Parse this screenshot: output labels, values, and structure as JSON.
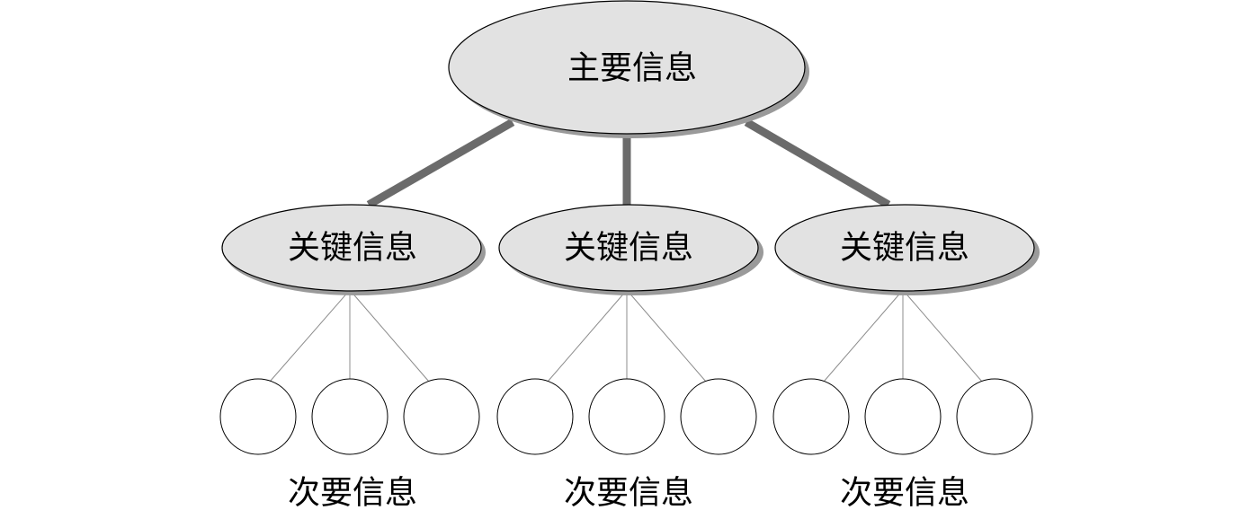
{
  "root": {
    "label": "主要信息"
  },
  "groups": [
    {
      "label": "关键信息",
      "leaf_count": 3,
      "footer": "次要信息"
    },
    {
      "label": "关键信息",
      "leaf_count": 3,
      "footer": "次要信息"
    },
    {
      "label": "关键信息",
      "leaf_count": 3,
      "footer": "次要信息"
    }
  ],
  "colors": {
    "ellipse_fill": "#e2e2e2",
    "shadow": "#9a9a9a",
    "thick_connector": "#6b6b6b",
    "thin_connector": "#8c8c8c",
    "leaf_fill": "#ffffff",
    "outline": "#000000"
  }
}
